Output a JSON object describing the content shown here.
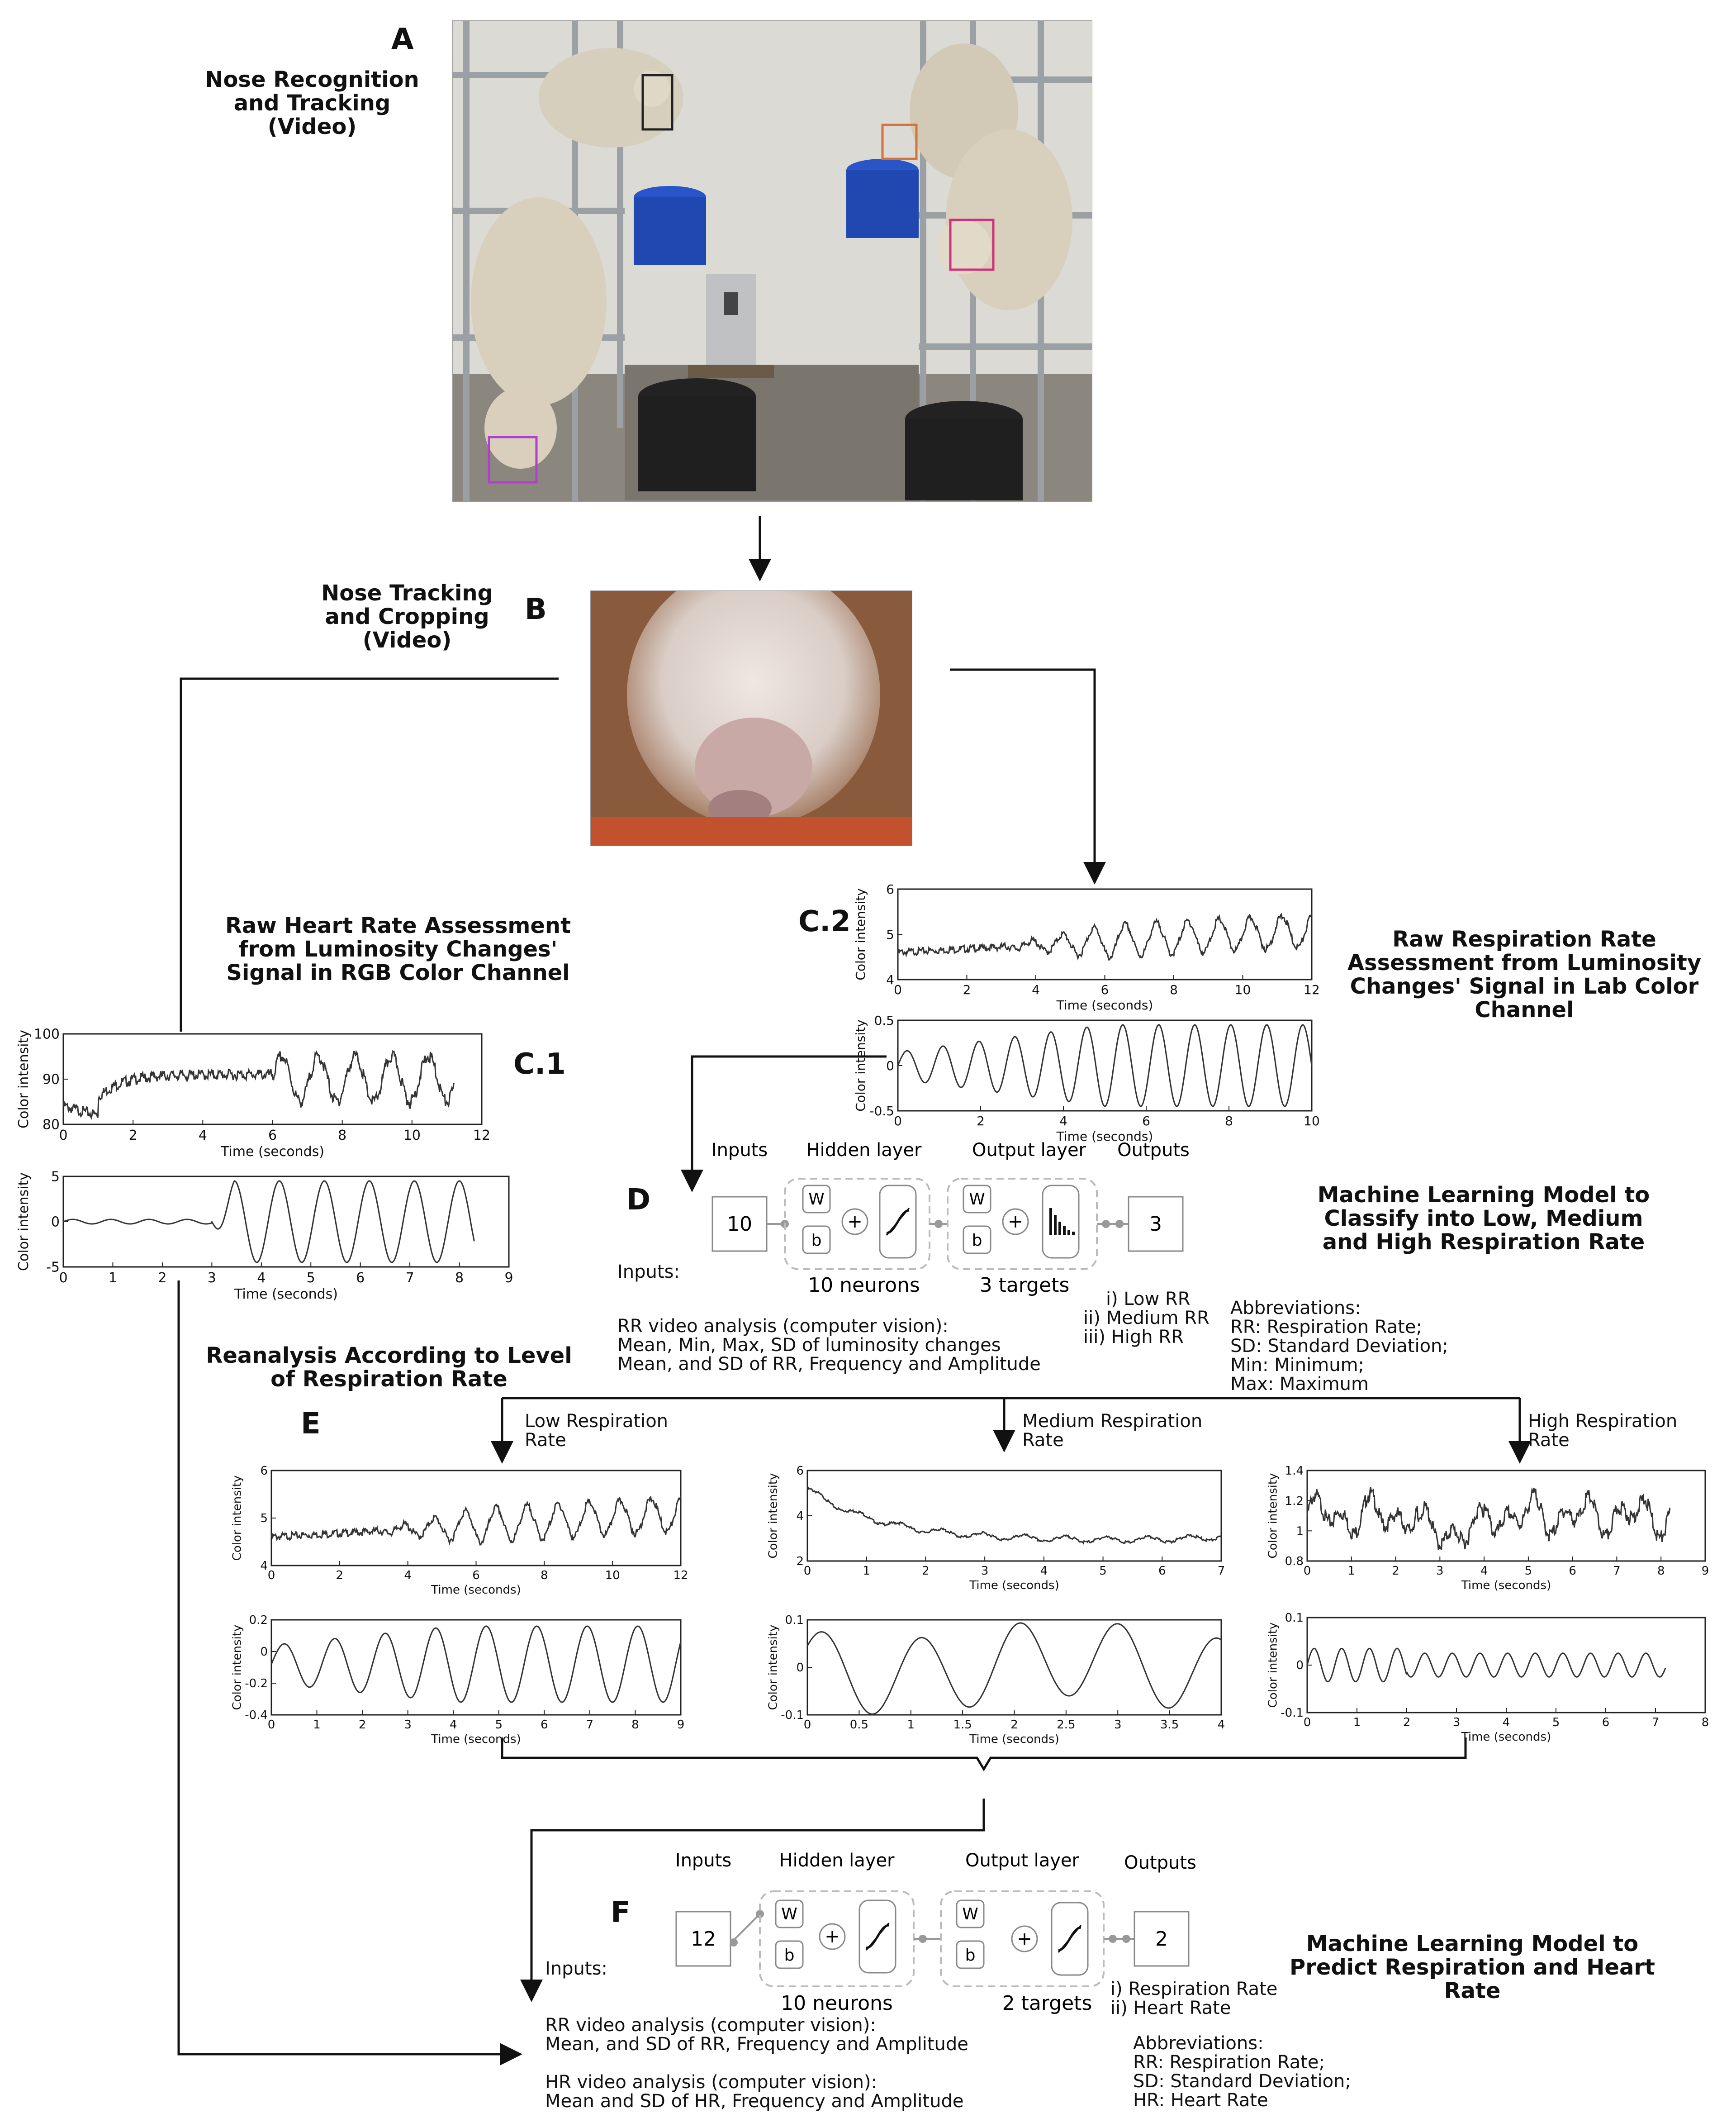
{
  "panels": {
    "A": {
      "letter": "A",
      "title_lines": [
        "Nose Recognition",
        "and Tracking",
        "(Video)"
      ]
    },
    "B": {
      "letter": "B",
      "title_lines": [
        "Nose Tracking",
        "and Cropping",
        "(Video)"
      ]
    },
    "C1": {
      "letter": "C.1",
      "title_lines": [
        "Raw Heart Rate Assessment",
        "from Luminosity Changes'",
        "Signal in RGB Color Channel"
      ]
    },
    "C2": {
      "letter": "C.2",
      "title_lines": [
        "Raw Respiration Rate",
        "Assessment from Luminosity",
        "Changes' Signal in Lab Color",
        "Channel"
      ]
    },
    "D": {
      "letter": "D",
      "title_lines": [
        "Machine Learning Model to",
        "Classify into Low, Medium",
        "and High Respiration Rate"
      ],
      "net": {
        "inputs_header": "Inputs",
        "hidden_header": "Hidden layer",
        "output_header": "Output layer",
        "outputs_header": "Outputs",
        "inputs_value": "10",
        "outputs_value": "3",
        "hidden_caption": "10 neurons",
        "output_caption": "3 targets",
        "w": "W",
        "b": "b",
        "plus": "+"
      },
      "inputs_label": "Inputs:",
      "inputs_text": [
        "RR video analysis (computer vision):",
        "Mean, Min, Max, SD of luminosity changes",
        "Mean, and SD of RR, Frequency and Amplitude"
      ],
      "targets": [
        "i) Low RR",
        "ii) Medium RR",
        "iii) High RR"
      ],
      "abbreviations": [
        "Abbreviations:",
        "RR: Respiration Rate;",
        "SD: Standard Deviation;",
        "Min: Minimum;",
        "Max: Maximum"
      ]
    },
    "E": {
      "letter": "E",
      "title_lines": [
        "Reanalysis According to Level",
        "of Respiration Rate"
      ],
      "groups": [
        {
          "label_lines": [
            "Low Respiration",
            "Rate"
          ]
        },
        {
          "label_lines": [
            "Medium Respiration",
            "Rate"
          ]
        },
        {
          "label_lines": [
            "High Respiration",
            "Rate"
          ]
        }
      ]
    },
    "F": {
      "letter": "F",
      "title_lines": [
        "Machine Learning Model to",
        "Predict Respiration and Heart",
        "Rate"
      ],
      "net": {
        "inputs_header": "Inputs",
        "hidden_header": "Hidden layer",
        "output_header": "Output layer",
        "outputs_header": "Outputs",
        "inputs_value": "12",
        "outputs_value": "2",
        "hidden_caption": "10 neurons",
        "output_caption": "2 targets",
        "w": "W",
        "b": "b",
        "plus": "+"
      },
      "inputs_label": "Inputs:",
      "inputs_text": [
        "RR video analysis (computer vision):",
        "Mean, and SD of RR, Frequency and Amplitude",
        "",
        "HR video analysis (computer vision):",
        "Mean and SD of HR, Frequency and Amplitude"
      ],
      "targets": [
        "i) Respiration Rate",
        "ii) Heart Rate"
      ],
      "abbreviations": [
        "Abbreviations:",
        "RR: Respiration Rate;",
        "SD: Standard Deviation;",
        "HR: Heart Rate"
      ]
    }
  },
  "chart_data": [
    {
      "id": "c1_raw",
      "type": "line",
      "xlabel": "Time (seconds)",
      "ylabel": "Color intensity",
      "xlim": [
        0,
        12
      ],
      "ylim": [
        80,
        100
      ],
      "xticks": [
        0,
        2,
        4,
        6,
        8,
        10,
        12
      ],
      "yticks": [
        80,
        90,
        100
      ],
      "signal": "raw_hr"
    },
    {
      "id": "c1_filt",
      "type": "line",
      "xlabel": "Time (seconds)",
      "ylabel": "Color intensity",
      "xlim": [
        0,
        9
      ],
      "ylim": [
        -5,
        5
      ],
      "xticks": [
        0,
        1,
        2,
        3,
        4,
        5,
        6,
        7,
        8,
        9
      ],
      "yticks": [
        -5,
        0,
        5
      ],
      "signal": "filt_hr"
    },
    {
      "id": "c2_raw",
      "type": "line",
      "xlabel": "Time (seconds)",
      "ylabel": "Color intensity",
      "xlim": [
        0,
        12
      ],
      "ylim": [
        4,
        6
      ],
      "xticks": [
        0,
        2,
        4,
        6,
        8,
        10,
        12
      ],
      "yticks": [
        4,
        5,
        6
      ],
      "signal": "raw_rr"
    },
    {
      "id": "c2_filt",
      "type": "line",
      "xlabel": "Time (seconds)",
      "ylabel": "Color intensity",
      "xlim": [
        0,
        10
      ],
      "ylim": [
        -0.5,
        0.5
      ],
      "xticks": [
        0,
        2,
        4,
        6,
        8,
        10
      ],
      "yticks": [
        -0.5,
        0,
        0.5
      ],
      "signal": "filt_rr"
    },
    {
      "id": "e_low_raw",
      "type": "line",
      "xlabel": "Time (seconds)",
      "ylabel": "Color intensity",
      "xlim": [
        0,
        12
      ],
      "ylim": [
        4,
        6
      ],
      "xticks": [
        0,
        2,
        4,
        6,
        8,
        10,
        12
      ],
      "yticks": [
        4,
        5,
        6
      ],
      "signal": "raw_rr"
    },
    {
      "id": "e_low_filt",
      "type": "line",
      "xlabel": "Time (seconds)",
      "ylabel": "Color intensity",
      "xlim": [
        0,
        9
      ],
      "ylim": [
        -0.4,
        0.2
      ],
      "xticks": [
        0,
        1,
        2,
        3,
        4,
        5,
        6,
        7,
        8,
        9
      ],
      "yticks": [
        -0.4,
        -0.2,
        0,
        0.2
      ],
      "signal": "filt_low"
    },
    {
      "id": "e_med_raw",
      "type": "line",
      "xlabel": "Time (seconds)",
      "ylabel": "Color intensity",
      "xlim": [
        0,
        7
      ],
      "ylim": [
        2,
        6
      ],
      "xticks": [
        0,
        1,
        2,
        3,
        4,
        5,
        6,
        7
      ],
      "yticks": [
        2,
        4,
        6
      ],
      "signal": "raw_med"
    },
    {
      "id": "e_med_filt",
      "type": "line",
      "xlabel": "Time (seconds)",
      "ylabel": "Color intensity",
      "xlim": [
        0,
        4
      ],
      "ylim": [
        -0.1,
        0.1
      ],
      "xticks": [
        0,
        0.5,
        1,
        1.5,
        2,
        2.5,
        3,
        3.5,
        4
      ],
      "yticks": [
        -0.1,
        0,
        0.1
      ],
      "signal": "filt_med"
    },
    {
      "id": "e_high_raw",
      "type": "line",
      "xlabel": "Time (seconds)",
      "ylabel": "Color intensity",
      "xlim": [
        0,
        9
      ],
      "ylim": [
        0.8,
        1.4
      ],
      "xticks": [
        0,
        1,
        2,
        3,
        4,
        5,
        6,
        7,
        8,
        9
      ],
      "yticks": [
        0.8,
        1,
        1.2,
        1.4
      ],
      "signal": "raw_high"
    },
    {
      "id": "e_high_filt",
      "type": "line",
      "xlabel": "Time (seconds)",
      "ylabel": "Color intensity",
      "xlim": [
        0,
        8
      ],
      "ylim": [
        -0.1,
        0.1
      ],
      "xticks": [
        0,
        1,
        2,
        3,
        4,
        5,
        6,
        7,
        8
      ],
      "yticks": [
        -0.1,
        0,
        0.1
      ],
      "signal": "filt_high"
    }
  ],
  "colors": {
    "line": "#333333",
    "frame": "#222222",
    "dashed": "#bbbbbb",
    "photo_wall": "#d9d7d2",
    "photo_dark": "#3a3a3a"
  }
}
